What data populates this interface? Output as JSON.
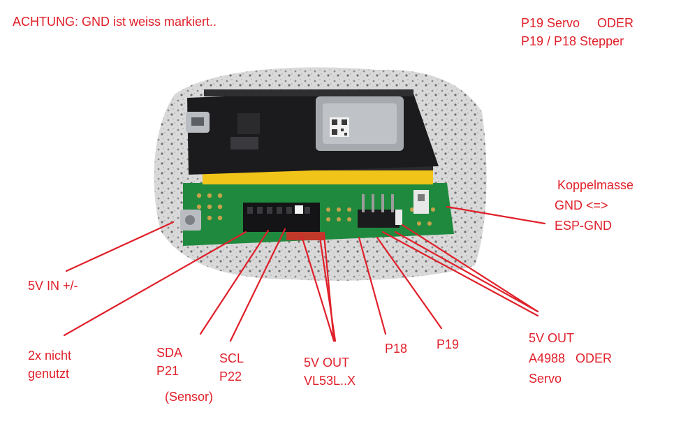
{
  "colors": {
    "annotation": "#e0202a",
    "pcb_green": "#1f8a3e",
    "esp_board": "#1b1b1d",
    "pin_header": "#f0c419",
    "background": "#ffffff"
  },
  "warning": "ACHTUNG: GND ist weiss markiert..",
  "top_right": {
    "line1": "P19 Servo     ODER",
    "line2": "P19 / P18 Stepper"
  },
  "callouts": [
    {
      "id": "koppelmasse",
      "lines": [
        "Koppelmasse",
        "GND <=>",
        "ESP-GND"
      ]
    },
    {
      "id": "power-in",
      "lines": [
        "5V IN +/-"
      ]
    },
    {
      "id": "unused",
      "lines": [
        "2x nicht",
        "genutzt"
      ]
    },
    {
      "id": "sda",
      "lines": [
        "SDA",
        "P21"
      ]
    },
    {
      "id": "sensor",
      "lines": [
        "(Sensor)"
      ]
    },
    {
      "id": "scl",
      "lines": [
        "SCL",
        "P22"
      ]
    },
    {
      "id": "vl53-out",
      "lines": [
        "5V OUT",
        "VL53L..X"
      ]
    },
    {
      "id": "p18",
      "lines": [
        "P18"
      ]
    },
    {
      "id": "p19",
      "lines": [
        "P19"
      ]
    },
    {
      "id": "a4988-out",
      "lines": [
        "5V OUT",
        "A4988   ODER",
        "Servo"
      ]
    }
  ]
}
